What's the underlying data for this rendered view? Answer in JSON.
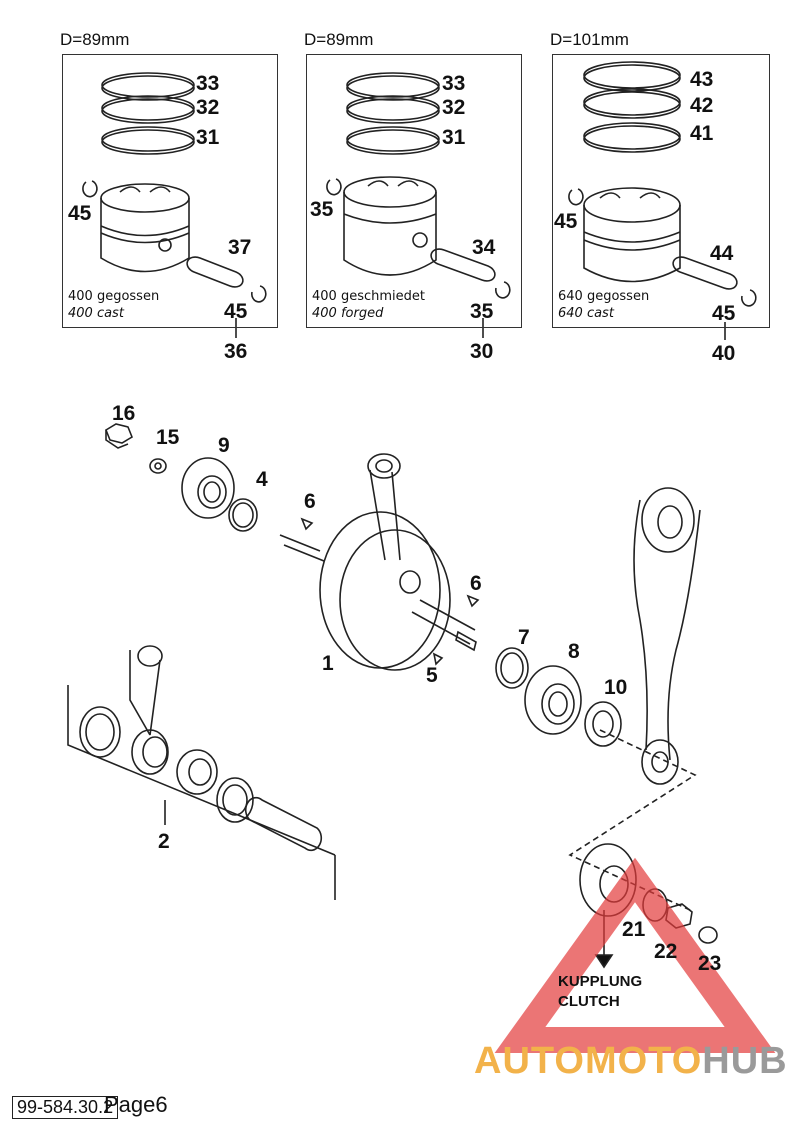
{
  "pistons": [
    {
      "diameter": "D=89mm",
      "labels": {
        "ring_top": "33",
        "ring_mid": "32",
        "ring_low": "31",
        "clip": "45",
        "pin": "37",
        "clip2": "45",
        "assembly": "36"
      },
      "caption_de": "400 gegossen",
      "caption_en": "400 cast"
    },
    {
      "diameter": "D=89mm",
      "labels": {
        "ring_top": "33",
        "ring_mid": "32",
        "ring_low": "31",
        "clip": "35",
        "pin": "34",
        "clip2": "35",
        "assembly": "30"
      },
      "caption_de": "400 geschmiedet",
      "caption_en": "400 forged"
    },
    {
      "diameter": "D=101mm",
      "labels": {
        "ring_top": "43",
        "ring_mid": "42",
        "ring_low": "41",
        "clip": "45",
        "pin": "44",
        "clip2": "45",
        "assembly": "40"
      },
      "caption_de": "640 gegossen",
      "caption_en": "640 cast"
    }
  ],
  "parts": {
    "p1": "1",
    "p2": "2",
    "p4": "4",
    "p5": "5",
    "p6a": "6",
    "p6b": "6",
    "p7": "7",
    "p8": "8",
    "p9": "9",
    "p10": "10",
    "p15": "15",
    "p16": "16",
    "p21": "21",
    "p22": "22",
    "p23": "23"
  },
  "clutch": {
    "line1": "KUPPLUNG",
    "line2": "CLUTCH"
  },
  "footer": {
    "doc_number": "99-584.30.2",
    "page": "Page6"
  },
  "watermark": {
    "part1": "AUTOMOTO",
    "part2": "HUB",
    "color1": "#f2b24a",
    "color2": "#9a9a9a",
    "triangle_color": "#e23b3b"
  }
}
